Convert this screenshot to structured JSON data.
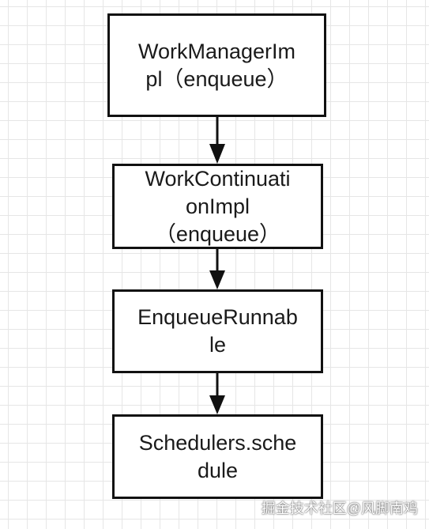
{
  "diagram": {
    "nodes": [
      {
        "id": "n1",
        "label": "WorkManagerIm\npl（enqueue）"
      },
      {
        "id": "n2",
        "label": "WorkContinuati\nonImpl\n（enqueue）"
      },
      {
        "id": "n3",
        "label": "EnqueueRunnab\nle"
      },
      {
        "id": "n4",
        "label": "Schedulers.sche\ndule"
      }
    ],
    "edges": [
      {
        "from": "n1",
        "to": "n2"
      },
      {
        "from": "n2",
        "to": "n3"
      },
      {
        "from": "n3",
        "to": "n4"
      }
    ],
    "colors": {
      "stroke": "#111111",
      "text": "#1a1a1a",
      "grid": "#e6e6e6"
    }
  },
  "watermark": "掘金技术社区@风脚南鸡"
}
